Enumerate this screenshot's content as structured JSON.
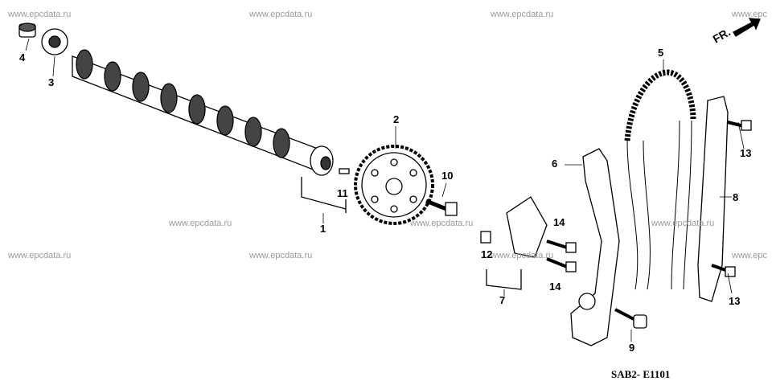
{
  "watermark": "www.epcdata.ru",
  "watermark_partial": "www.epc",
  "front_marker": "FR.",
  "diagram_code": "SAB2- E1101",
  "part_labels": {
    "p1": "1",
    "p2": "2",
    "p3": "3",
    "p4": "4",
    "p5": "5",
    "p6": "6",
    "p7": "7",
    "p8": "8",
    "p9": "9",
    "p10": "10",
    "p11": "11",
    "p12": "12",
    "p13a": "13",
    "p13b": "13",
    "p14a": "14",
    "p14b": "14"
  }
}
